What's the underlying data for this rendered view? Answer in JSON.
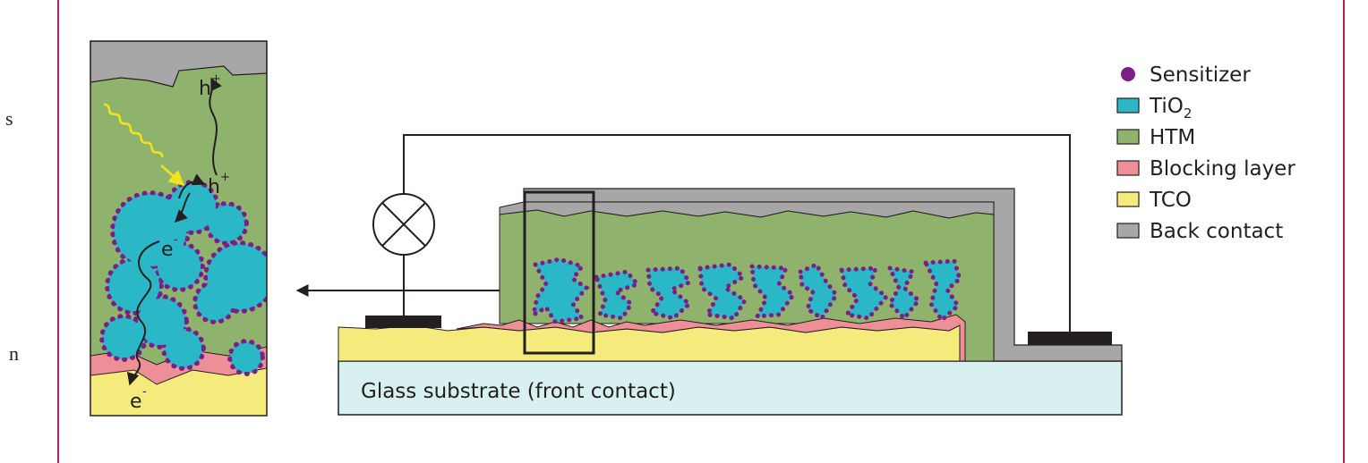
{
  "page_edge_text": {
    "left_s": "s",
    "left_n": "n"
  },
  "inset": {
    "hole_label_top": "h",
    "hole_label_mid": "h",
    "hole_charge": "+",
    "electron_label_mid": "e",
    "electron_label_bottom": "e",
    "electron_charge": "-"
  },
  "device": {
    "substrate_label": "Glass substrate (front contact)"
  },
  "legend": {
    "items": [
      {
        "label": "Sensitizer",
        "sub": "",
        "color": "#7b1f86",
        "shape": "dot"
      },
      {
        "label": "TiO",
        "sub": "2",
        "color": "#2bb8c6",
        "shape": "rect"
      },
      {
        "label": "HTM",
        "sub": "",
        "color": "#8fb26d",
        "shape": "rect"
      },
      {
        "label": "Blocking layer",
        "sub": "",
        "color": "#ee8f97",
        "shape": "rect"
      },
      {
        "label": "TCO",
        "sub": "",
        "color": "#f5ea7c",
        "shape": "rect"
      },
      {
        "label": "Back contact",
        "sub": "",
        "color": "#a7a7a7",
        "shape": "rect"
      }
    ]
  },
  "colors": {
    "frame": "#b0245a",
    "tio2": "#2bb8c6",
    "htm": "#8fb26d",
    "blocking": "#ee8f97",
    "tco": "#f5ea7c",
    "back_contact": "#a7a7a7",
    "glass": "#d8f0f0",
    "sensitizer": "#7b1f86",
    "photon": "#f2e21a"
  }
}
